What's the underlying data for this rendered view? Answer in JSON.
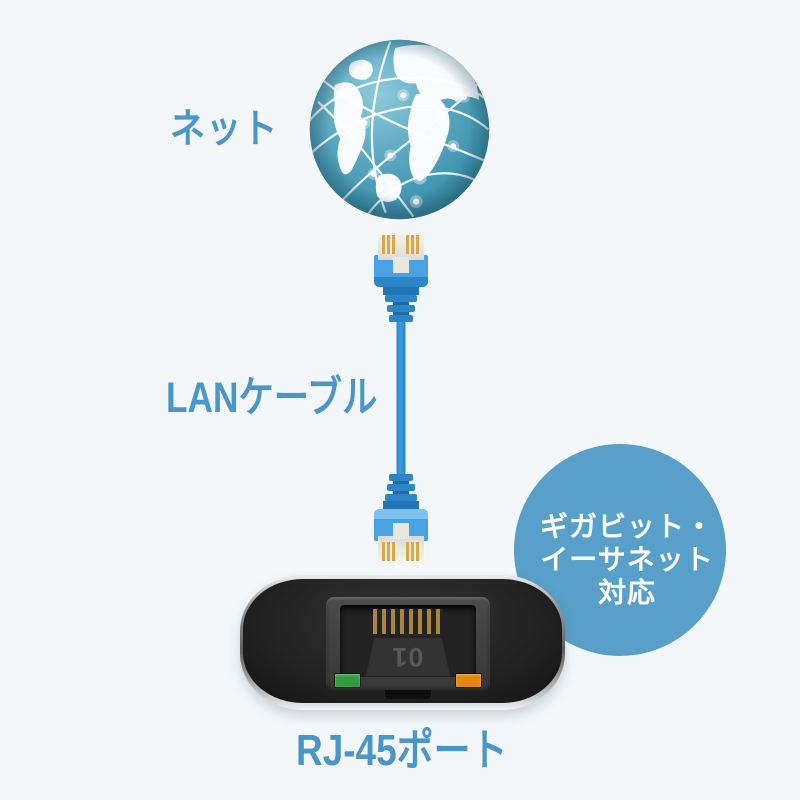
{
  "scene": {
    "background_color": "#f3f7fa",
    "label_text_color": "#4b96c8"
  },
  "labels": {
    "internet": "ネット",
    "lan_cable": "LANケーブル",
    "rj45_port": "RJ-45ポート"
  },
  "badge": {
    "line1": "ギガビット・",
    "line2": "イーサネット",
    "line3": "対応",
    "background_color": "#58a0c9",
    "text_color": "#ffffff"
  },
  "device": {
    "port_label": "01",
    "led_left_color": "#2f9e3f",
    "led_right_color": "#e8860f",
    "shell_color": "#cfcfcf",
    "face_color": "#1e1e1e"
  },
  "cable": {
    "color": "#3094d8",
    "connector_pin_color": "#d8a64d"
  },
  "globe": {
    "color": "#4a9db8"
  }
}
